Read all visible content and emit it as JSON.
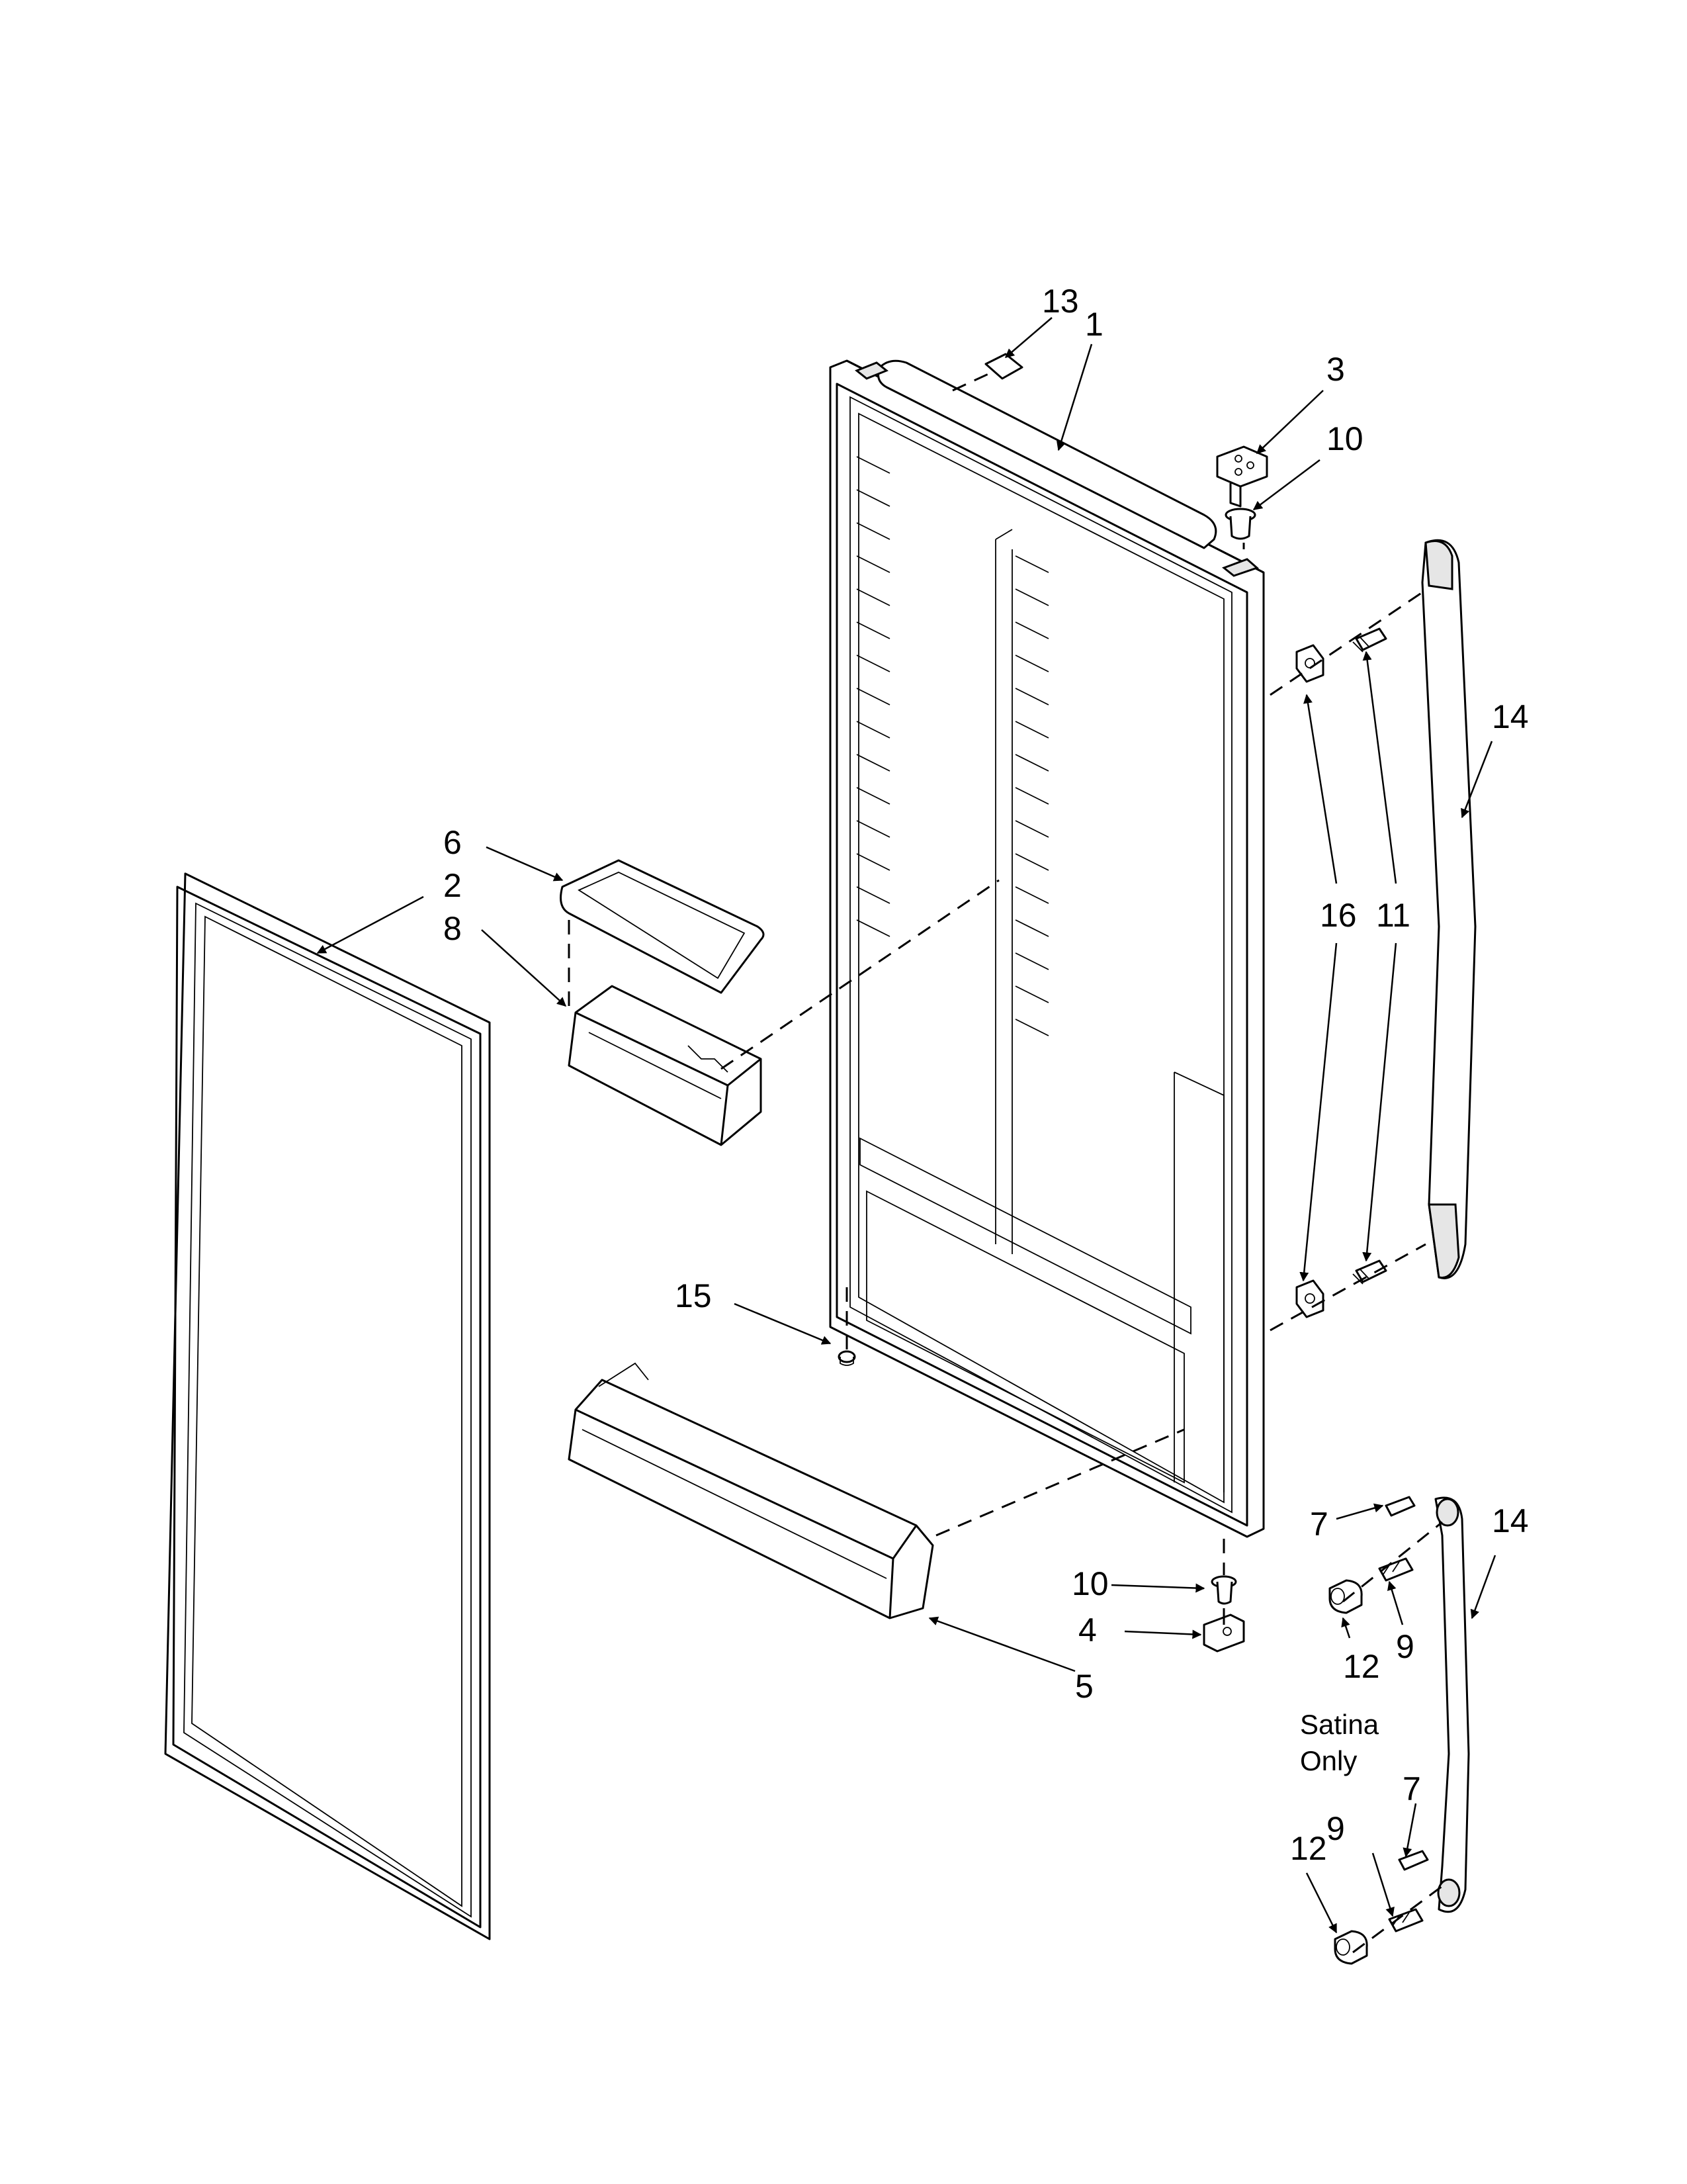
{
  "diagram": {
    "callouts": {
      "door": "1",
      "gasket": "2",
      "top_hinge": "3",
      "bottom_hinge": "4",
      "bottom_bin": "5",
      "bin_cover": "6",
      "screw_satina_top": "7",
      "screw_satina_bottom": "7",
      "bin": "8",
      "screw_9_top": "9",
      "screw_9_bottom": "9",
      "bushing_top": "10",
      "bushing_bottom": "10",
      "handle_screws": "11",
      "cap_top": "12",
      "cap_bottom": "12",
      "label": "13",
      "handle": "14",
      "handle_satina": "14",
      "plug": "15",
      "handle_clips": "16"
    },
    "notes": {
      "satina_line1": "Satina",
      "satina_line2": "Only"
    }
  }
}
